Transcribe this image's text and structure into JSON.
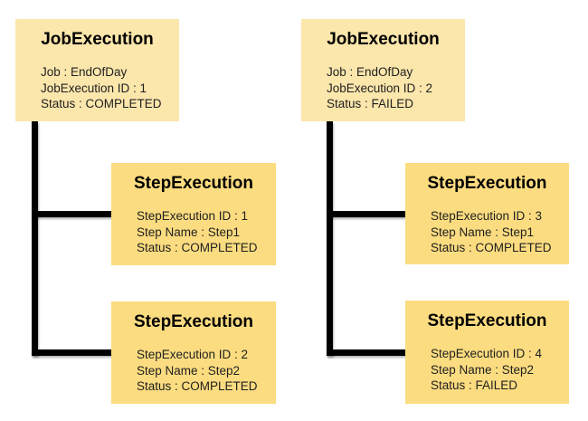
{
  "diagram": {
    "background_color": "#ffffff",
    "connector_color": "#000000",
    "job_box_color": "#fbe6ac",
    "step_box_color": "#fbdc80",
    "title_color": "#000000",
    "body_text_color": "#1f1f1f",
    "trees": [
      {
        "job": {
          "title": "JobExecution",
          "fields": [
            "Job : EndOfDay",
            "JobExecution ID : 1",
            "Status : COMPLETED"
          ]
        },
        "steps": [
          {
            "title": "StepExecution",
            "fields": [
              "StepExecution ID : 1",
              "Step Name : Step1",
              "Status : COMPLETED"
            ]
          },
          {
            "title": "StepExecution",
            "fields": [
              "StepExecution ID : 2",
              "Step Name : Step2",
              "Status : COMPLETED"
            ]
          }
        ]
      },
      {
        "job": {
          "title": "JobExecution",
          "fields": [
            "Job : EndOfDay",
            "JobExecution ID : 2",
            "Status : FAILED"
          ]
        },
        "steps": [
          {
            "title": "StepExecution",
            "fields": [
              "StepExecution ID : 3",
              "Step Name : Step1",
              "Status : COMPLETED"
            ]
          },
          {
            "title": "StepExecution",
            "fields": [
              "StepExecution ID : 4",
              "Step Name : Step2",
              "Status : FAILED"
            ]
          }
        ]
      }
    ]
  }
}
